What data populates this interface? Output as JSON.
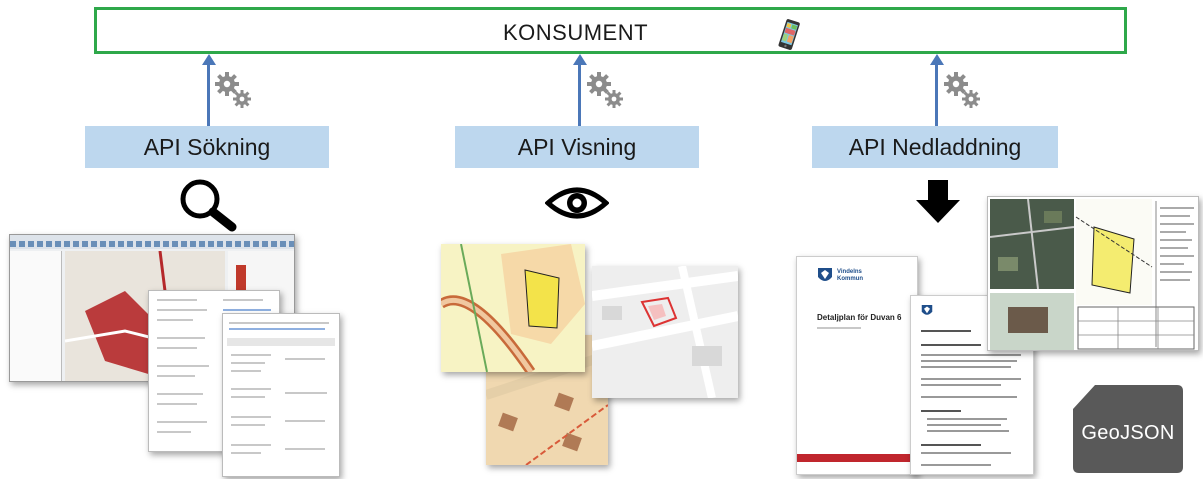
{
  "consumer": {
    "label": "KONSUMENT",
    "icon": "smartphone-icon"
  },
  "apis": [
    {
      "label": "API Sökning",
      "icon": "magnifier-icon"
    },
    {
      "label": "API Visning",
      "icon": "eye-icon"
    },
    {
      "label": "API Nedladdning",
      "icon": "download-arrow-icon"
    }
  ],
  "colors": {
    "consumer_border": "#2ea84a",
    "api_box": "#bdd7ee",
    "arrow": "#4b77b8",
    "gear": "#8c8c8c",
    "geojson_tile": "#595959"
  },
  "download_doc": {
    "title": "Detaljplan för Duvan 6",
    "municipality": "Vindelns Kommun"
  },
  "geojson": {
    "label": "GeoJSON"
  }
}
